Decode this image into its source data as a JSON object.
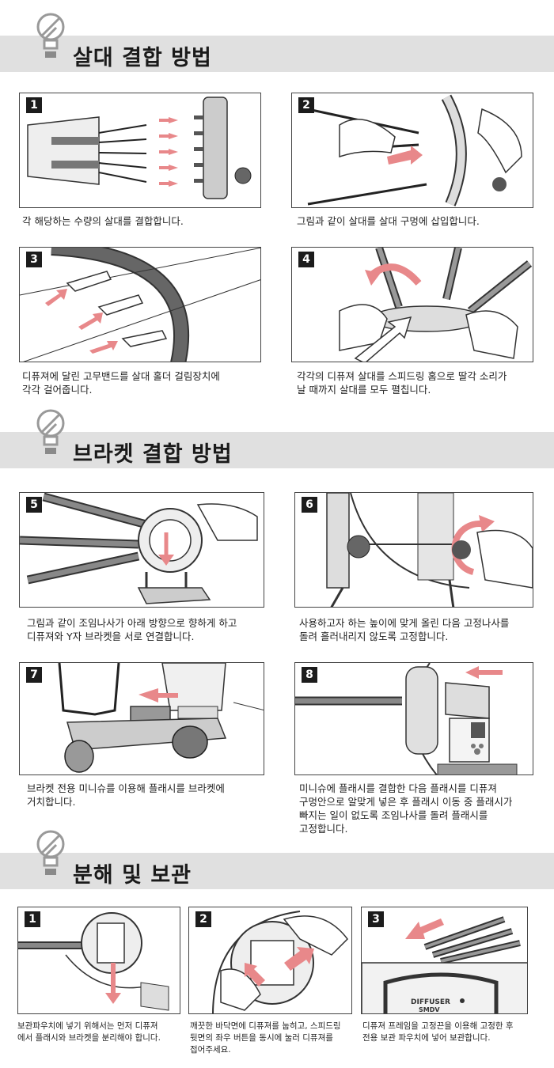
{
  "sections": [
    {
      "title": "살대 결합 방법"
    },
    {
      "title": "브라켓 결합 방법"
    },
    {
      "title": "분해 및 보관"
    }
  ],
  "rod_steps": [
    {
      "number": "1",
      "caption": "각 해당하는 수량의 살대를 결합합니다."
    },
    {
      "number": "2",
      "caption": "그림과 같이 살대를 살대 구멍에 삽입합니다."
    },
    {
      "number": "3",
      "caption": "디퓨져에 달린 고무밴드를 살대 홀더 걸림장치에\n각각 걸어줍니다."
    },
    {
      "number": "4",
      "caption": "각각의 디퓨져 살대를 스피드링 홈으로 딸각 소리가\n날 때까지 살대를 모두 펼칩니다."
    }
  ],
  "bracket_steps": [
    {
      "number": "5",
      "caption": "그림과 같이 조임나사가 아래 방향으로 향하게 하고\n디퓨져와 Y자 브라켓을 서로 연결합니다."
    },
    {
      "number": "6",
      "caption": "사용하고자 하는 높이에 맞게 올린 다음 고정나사를\n돌려 흘러내리지 않도록 고정합니다."
    },
    {
      "number": "7",
      "caption": "브라켓 전용 미니슈를 이용해 플래시를 브라켓에\n거치합니다."
    },
    {
      "number": "8",
      "caption": "미니슈에 플래시를 결합한 다음 플래시를 디퓨져\n구멍안으로 알맞게 넣은 후 플래시 이동 중 플래시가\n빠지는 일이 없도록 조임나사를 돌려 플래시를\n고정합니다."
    }
  ],
  "storage_steps": [
    {
      "number": "1",
      "caption": "보관파우치에 넣기 위해서는 먼저 디퓨져\n에서 플래시와 브라켓을 분리해야 합니다."
    },
    {
      "number": "2",
      "caption": "깨끗한 바닥면에 디퓨져를 눕히고, 스피드링\n뒷면의 좌우 버튼을 동시에 눌러 디퓨져를\n접어주세요."
    },
    {
      "number": "3",
      "caption": "디퓨져 프레임을 고정끈을 이용해 고정한 후\n전용 보관 파우치에 넣어 보관합니다."
    }
  ],
  "bag_label": {
    "line1": "DIFFUSER",
    "line2": "SMDV"
  },
  "colors": {
    "band": "#e0e0e0",
    "arrow": "#e8888a",
    "badge": "#1c1c1c"
  }
}
